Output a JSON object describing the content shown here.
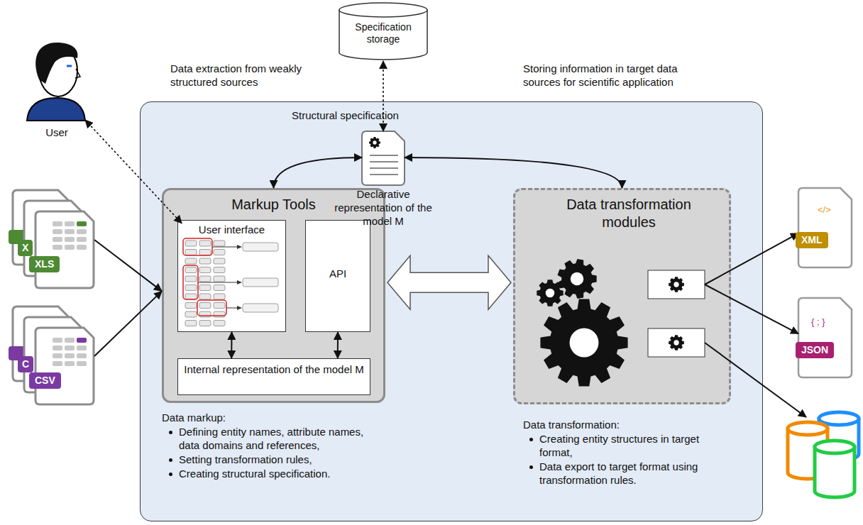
{
  "diagram": {
    "nodes": [
      {
        "text": [
          "Structural specification"
        ]
      },
      {
        "text": [
          "User"
        ]
      },
      {
        "text": [
          "Specification storage"
        ]
      },
      {
        "text": [
          "XLS"
        ]
      },
      {
        "text": [
          "CSV"
        ]
      },
      {
        "text": [
          "Markup Tools"
        ],
        "in": 0
      },
      {
        "text": [
          "User interface"
        ],
        "in": 5
      },
      {
        "text": [
          "API"
        ],
        "in": 5
      },
      {
        "text": [
          "Internal representation of the model M"
        ],
        "in": 5
      },
      {
        "text": [
          "Declarative representation of the model M"
        ],
        "in": 0
      },
      {
        "text": [
          "Data transformation modules"
        ],
        "in": 0
      },
      {
        "text": [
          "XML"
        ]
      },
      {
        "text": [
          "JSON"
        ]
      }
    ],
    "edges": [
      {
        "from": 1,
        "to": 6,
        "arrow": "both"
      },
      {
        "from": 3,
        "to": 5,
        "arrow": "to"
      },
      {
        "from": 4,
        "to": 5,
        "arrow": "to"
      },
      {
        "from": 9,
        "to": 2,
        "arrow": "both"
      },
      {
        "from": 5,
        "to": 9,
        "arrow": "both"
      },
      {
        "from": 9,
        "to": 10,
        "arrow": "both"
      },
      {
        "from": 6,
        "to": 8,
        "arrow": "both"
      },
      {
        "from": 7,
        "to": 8,
        "arrow": "both"
      },
      {
        "from": 5,
        "to": 10,
        "arrow": "both"
      },
      {
        "from": 10,
        "to": 11,
        "arrow": "to"
      },
      {
        "from": 10,
        "to": 12,
        "arrow": "to"
      }
    ],
    "labels": [
      "Data extraction from weakly structured sources",
      "Storing information in target data sources for scientific application",
      "Data markup:",
      "Defining entity names, attribute names, data domains and references,",
      "Setting transformation rules,",
      "Creating structural specification.",
      "Data transformation:",
      "Creating entity structures in target format,",
      "Data export to target format using transformation rules.",
      "</>",
      "{ ; }",
      "X",
      "C"
    ]
  }
}
